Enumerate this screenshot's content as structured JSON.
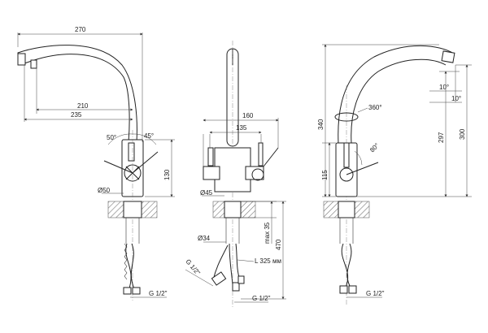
{
  "views": {
    "side": {
      "overall_width": "270",
      "spout_reach_1": "210",
      "spout_reach_2": "235",
      "lever_angle_left": "50°",
      "lever_angle_right": "45°",
      "body_height": "130",
      "body_diameter": "Ø50",
      "hose_thread": "G 1/2\""
    },
    "front": {
      "width_overall": "160",
      "width_levers": "135",
      "base_diameter": "Ø45",
      "shank_diameter": "Ø34",
      "max_thickness": "max 35",
      "shank_length": "470",
      "hose_length": "L 325 мм",
      "hose_thread_left": "G 1/2\"",
      "hose_thread_bottom": "G 1/2\""
    },
    "back": {
      "height_total": "340",
      "rotation": "360°",
      "lever_angle": "80°",
      "spout_tilt_1": "10°",
      "spout_tilt_2": "10°",
      "height_297": "297",
      "height_300": "300",
      "base_height": "115",
      "hose_thread": "G 1/2\""
    }
  },
  "colors": {
    "line": "#222222",
    "hatch": "#666666",
    "background": "#ffffff"
  }
}
